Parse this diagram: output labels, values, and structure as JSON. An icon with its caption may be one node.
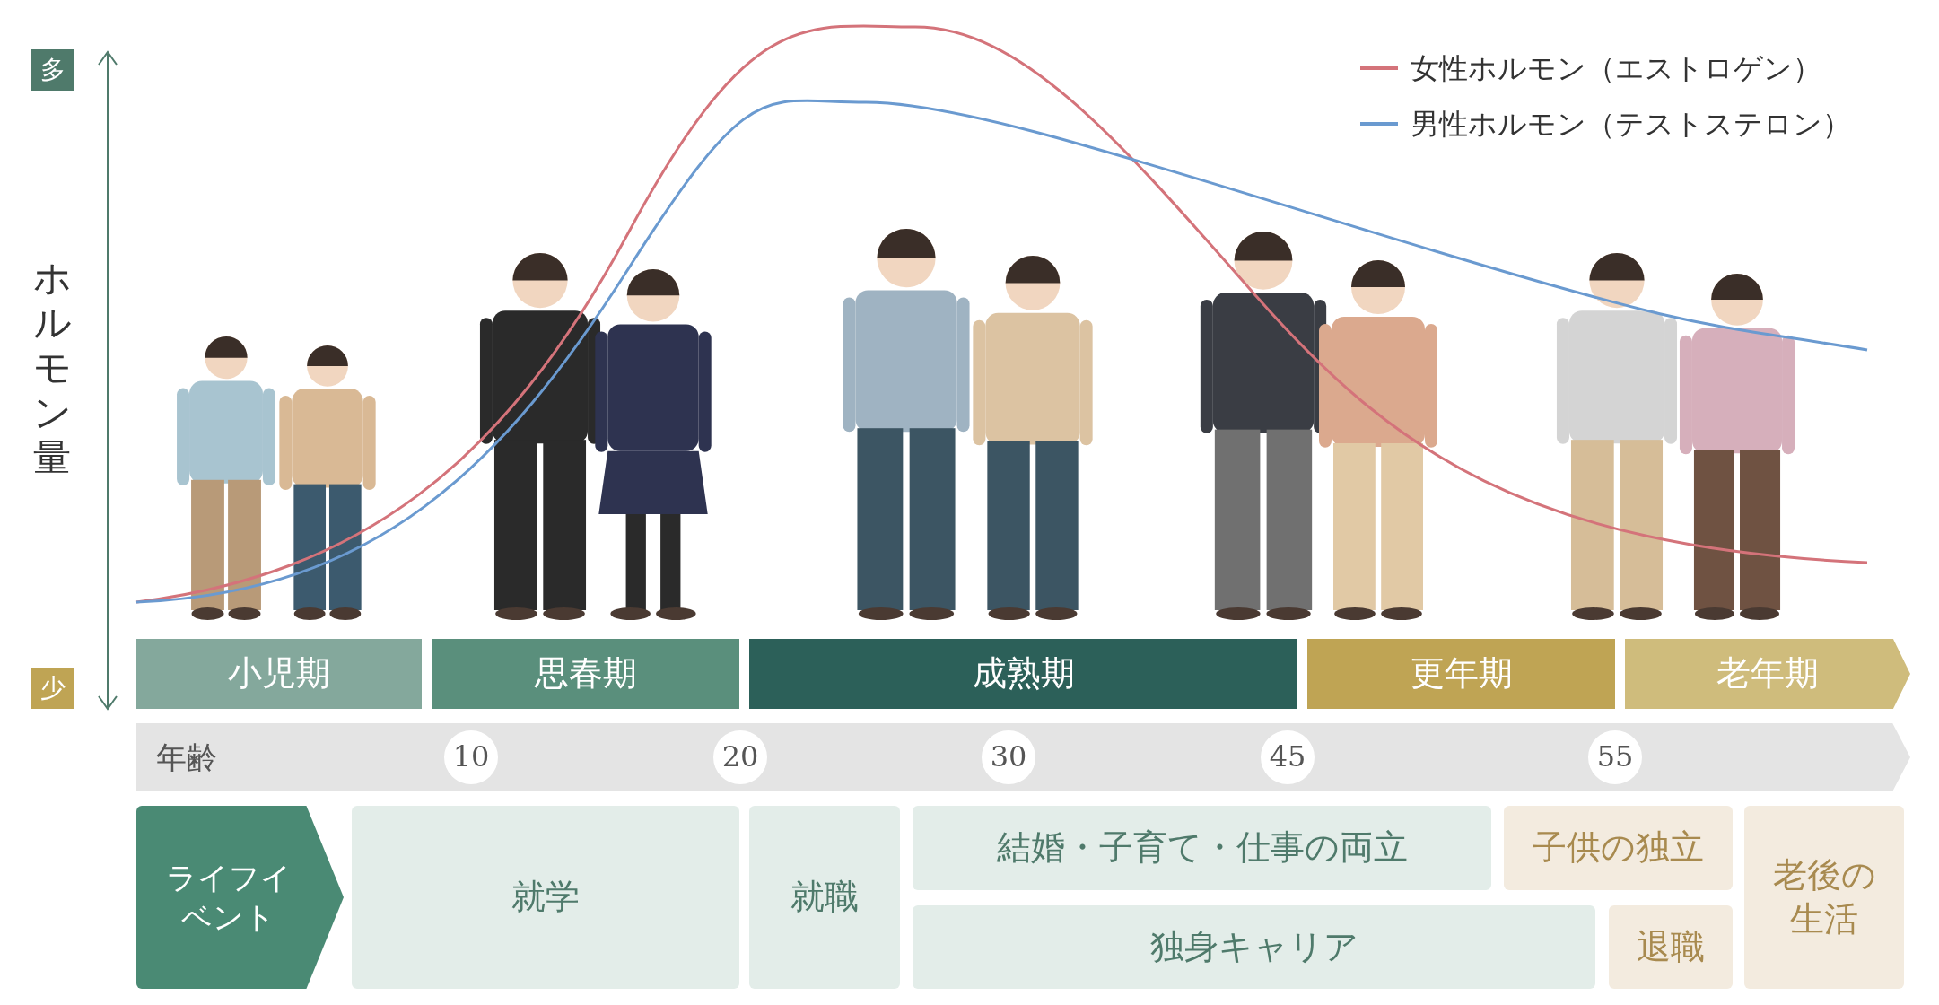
{
  "diagram": {
    "nodes": [
      {
        "text": [
          "多"
        ]
      },
      {
        "text": [
          "少"
        ]
      },
      {
        "text": [
          "小児期"
        ]
      },
      {
        "text": [
          "思春期"
        ]
      },
      {
        "text": [
          "成熟期"
        ]
      },
      {
        "text": [
          "更年期"
        ]
      },
      {
        "text": [
          "老年期"
        ]
      },
      {
        "text": [
          "年齢"
        ]
      },
      {
        "text": [
          "10"
        ],
        "in": 7
      },
      {
        "text": [
          "20"
        ],
        "in": 7
      },
      {
        "text": [
          "30"
        ],
        "in": 7
      },
      {
        "text": [
          "45"
        ],
        "in": 7
      },
      {
        "text": [
          "55"
        ],
        "in": 7
      },
      {
        "text": [
          "ライフイベント"
        ]
      },
      {
        "text": [
          "就学"
        ]
      },
      {
        "text": [
          "就職"
        ]
      },
      {
        "text": [
          "結婚・子育て・仕事の両立"
        ]
      },
      {
        "text": [
          "子供の独立"
        ]
      },
      {
        "text": [
          "老後の生活"
        ]
      },
      {
        "text": [
          "独身キャリア"
        ]
      },
      {
        "text": [
          "退職"
        ]
      }
    ],
    "labels": [
      "ホルモン量"
    ],
    "legend": [
      {
        "text": "女性ホルモン（エストロゲン）",
        "color": "#d4737a"
      },
      {
        "text": "男性ホルモン（テストステロン）",
        "color": "#6a9ad0"
      }
    ]
  }
}
